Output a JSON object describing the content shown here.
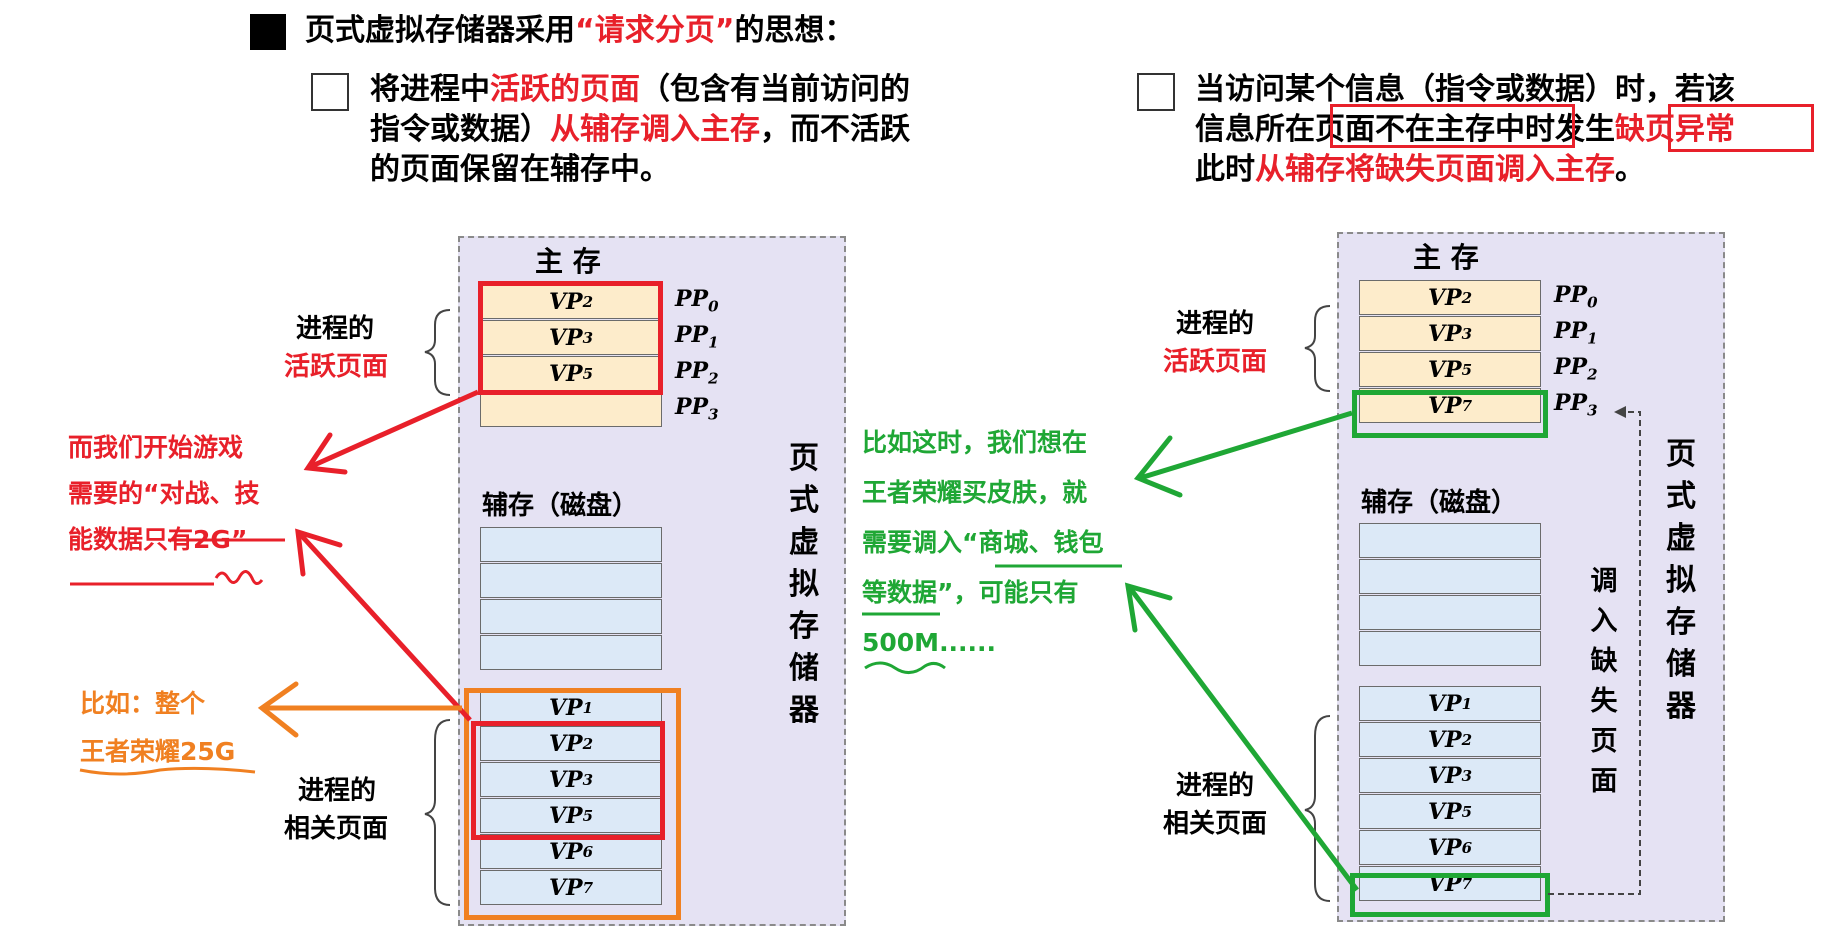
{
  "title": {
    "pre": "页式虚拟存储器采用",
    "lq": "“",
    "highlight": "请求分页",
    "rq": "”",
    "post": "的思想："
  },
  "left_para": {
    "l1_a": "将进程中",
    "l1_b": "活跃的页面",
    "l1_c": "（包含有当前访问的",
    "l2_a": "指令或数据）",
    "l2_b": "从辅存调入主存",
    "l2_c": "，而不活跃",
    "l3": "的页面保留在辅存中。"
  },
  "right_para": {
    "l1": "当访问某个信息（指令或数据）时，若该",
    "l2_a": "信息所在",
    "l2_b": "页面不在主存中",
    "l2_c": "时发生",
    "l2_d": "缺页异常",
    "l3_a": "此时",
    "l3_b": "从辅存将缺失页面调入主存",
    "l3_c": "。"
  },
  "labels": {
    "main_mem": "主 存",
    "aux_mem": "辅存（磁盘）",
    "proc_of": "进程的",
    "active_pages": "活跃页面",
    "related_pages": "相关页面",
    "vm_vertical": "页式虚拟存储器",
    "load_missing": "调入缺失页面"
  },
  "main_memory_left": [
    {
      "vp": "VP",
      "sub": "2",
      "pp": "PP",
      "ppsub": "0"
    },
    {
      "vp": "VP",
      "sub": "3",
      "pp": "PP",
      "ppsub": "1"
    },
    {
      "vp": "VP",
      "sub": "5",
      "pp": "PP",
      "ppsub": "2"
    },
    {
      "vp": "",
      "sub": "",
      "pp": "PP",
      "ppsub": "3"
    }
  ],
  "main_memory_right": [
    {
      "vp": "VP",
      "sub": "2",
      "pp": "PP",
      "ppsub": "0"
    },
    {
      "vp": "VP",
      "sub": "3",
      "pp": "PP",
      "ppsub": "1"
    },
    {
      "vp": "VP",
      "sub": "5",
      "pp": "PP",
      "ppsub": "2"
    },
    {
      "vp": "VP",
      "sub": "7",
      "pp": "PP",
      "ppsub": "3"
    }
  ],
  "disk_pages": [
    {
      "vp": "VP",
      "sub": "1"
    },
    {
      "vp": "VP",
      "sub": "2"
    },
    {
      "vp": "VP",
      "sub": "3"
    },
    {
      "vp": "VP",
      "sub": "5"
    },
    {
      "vp": "VP",
      "sub": "6"
    },
    {
      "vp": "VP",
      "sub": "7"
    }
  ],
  "notes": {
    "red_l1": "而我们开始游戏",
    "red_l2_a": "需要的“",
    "red_l2_b": "对战、技",
    "red_l3_a": "能数据只有",
    "red_l3_b": "2G",
    "red_l3_c": "”",
    "orange_l1": "比如：整个",
    "orange_l2": "王者荣耀25G",
    "green_l1": "比如这时，我们想在",
    "green_l2": "王者荣耀买皮肤，就",
    "green_l3_a": "需要调入“",
    "green_l3_b": "商城、钱包",
    "green_l4_a": "等数据",
    "green_l4_b": "”，可能只有",
    "green_l5": "500M......"
  },
  "colors": {
    "red": "#e8202a",
    "green": "#1fa735",
    "orange": "#f08021",
    "panel": "#e5e2f3",
    "main_cell": "#fdeccb",
    "disk_cell": "#dce9f7"
  }
}
